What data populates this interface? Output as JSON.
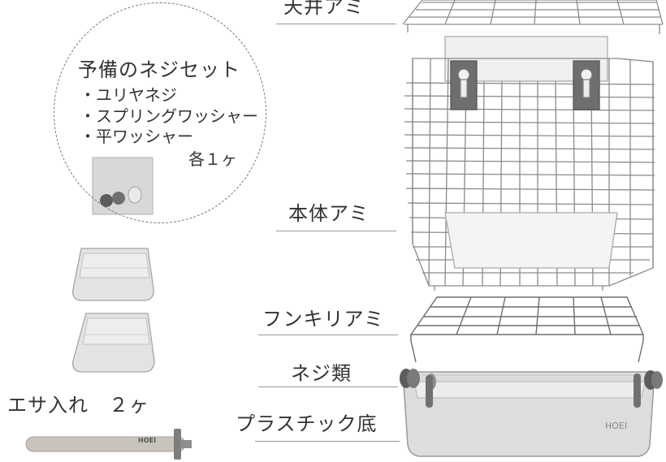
{
  "labels": {
    "ceiling_mesh": "天井アミ",
    "body_mesh": "本体アミ",
    "droppings_mesh": "フンキリアミ",
    "screws": "ネジ類",
    "plastic_base": "プラスチック底",
    "feeder": "エサ入れ　２ヶ"
  },
  "spare_set": {
    "title": "予備のネジセット",
    "items": [
      "・ユリヤネジ",
      "・スプリングワッシャー",
      "・平ワッシャー"
    ],
    "quantity": "各１ヶ"
  },
  "logo_text": "HOEI",
  "colors": {
    "wire": "#8a8a8a",
    "tray": "#dcdcda",
    "text": "#333333"
  }
}
